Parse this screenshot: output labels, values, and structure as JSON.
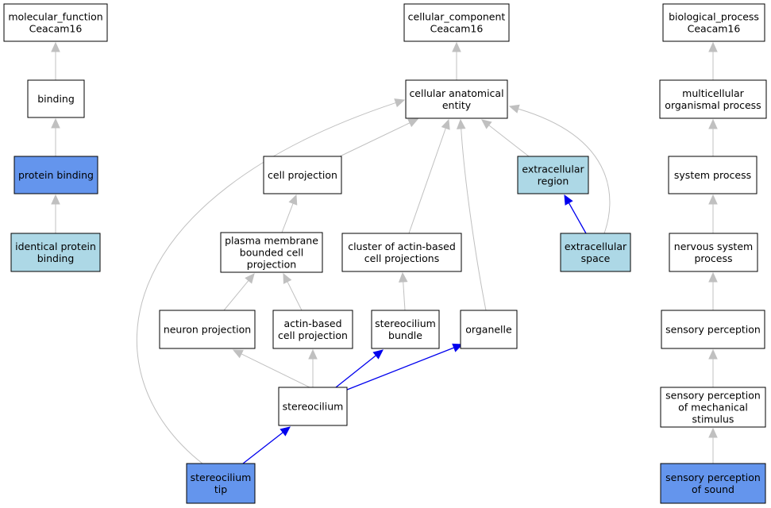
{
  "colors": {
    "default_fill": "#ffffff",
    "annotated_fill": "#6495ed",
    "related_fill": "#add8e6",
    "default_edge": "#c0c0c0",
    "highlight_edge": "#0000ee"
  },
  "nodes": {
    "mf_root": {
      "lines": [
        "molecular_function",
        "Ceacam16"
      ],
      "fill": "default"
    },
    "binding": {
      "lines": [
        "binding"
      ],
      "fill": "default"
    },
    "protein_binding": {
      "lines": [
        "protein binding"
      ],
      "fill": "annotated"
    },
    "identical_protein_binding": {
      "lines": [
        "identical protein",
        "binding"
      ],
      "fill": "related"
    },
    "cc_root": {
      "lines": [
        "cellular_component",
        "Ceacam16"
      ],
      "fill": "default"
    },
    "cellular_anatomical_entity": {
      "lines": [
        "cellular anatomical",
        "entity"
      ],
      "fill": "default"
    },
    "cell_projection": {
      "lines": [
        "cell projection"
      ],
      "fill": "default"
    },
    "extracellular_region": {
      "lines": [
        "extracellular",
        "region"
      ],
      "fill": "related"
    },
    "plasma_membrane_bounded_cell_projection": {
      "lines": [
        "plasma membrane",
        "bounded cell",
        "projection"
      ],
      "fill": "default"
    },
    "cluster_of_actin_based_cell_projections": {
      "lines": [
        "cluster of actin-based",
        "cell projections"
      ],
      "fill": "default"
    },
    "extracellular_space": {
      "lines": [
        "extracellular",
        "space"
      ],
      "fill": "related"
    },
    "neuron_projection": {
      "lines": [
        "neuron projection"
      ],
      "fill": "default"
    },
    "actin_based_cell_projection": {
      "lines": [
        "actin-based",
        "cell projection"
      ],
      "fill": "default"
    },
    "stereocilium_bundle": {
      "lines": [
        "stereocilium",
        "bundle"
      ],
      "fill": "default"
    },
    "organelle": {
      "lines": [
        "organelle"
      ],
      "fill": "default"
    },
    "stereocilium": {
      "lines": [
        "stereocilium"
      ],
      "fill": "default"
    },
    "stereocilium_tip": {
      "lines": [
        "stereocilium",
        "tip"
      ],
      "fill": "annotated"
    },
    "bp_root": {
      "lines": [
        "biological_process",
        "Ceacam16"
      ],
      "fill": "default"
    },
    "multicellular_organismal_process": {
      "lines": [
        "multicellular",
        "organismal process"
      ],
      "fill": "default"
    },
    "system_process": {
      "lines": [
        "system process"
      ],
      "fill": "default"
    },
    "nervous_system_process": {
      "lines": [
        "nervous system",
        "process"
      ],
      "fill": "default"
    },
    "sensory_perception": {
      "lines": [
        "sensory perception"
      ],
      "fill": "default"
    },
    "sensory_perception_of_mechanical_stimulus": {
      "lines": [
        "sensory perception",
        "of mechanical",
        "stimulus"
      ],
      "fill": "default"
    },
    "sensory_perception_of_sound": {
      "lines": [
        "sensory perception",
        "of sound"
      ],
      "fill": "annotated"
    }
  },
  "edges": [
    {
      "from": "binding",
      "to": "mf_root",
      "style": "default"
    },
    {
      "from": "protein_binding",
      "to": "binding",
      "style": "default"
    },
    {
      "from": "identical_protein_binding",
      "to": "protein_binding",
      "style": "default"
    },
    {
      "from": "cellular_anatomical_entity",
      "to": "cc_root",
      "style": "default"
    },
    {
      "from": "cell_projection",
      "to": "cellular_anatomical_entity",
      "style": "default"
    },
    {
      "from": "extracellular_region",
      "to": "cellular_anatomical_entity",
      "style": "default"
    },
    {
      "from": "extracellular_space",
      "to": "cellular_anatomical_entity",
      "style": "default"
    },
    {
      "from": "cluster_of_actin_based_cell_projections",
      "to": "cellular_anatomical_entity",
      "style": "default"
    },
    {
      "from": "organelle",
      "to": "cellular_anatomical_entity",
      "style": "default"
    },
    {
      "from": "stereocilium_tip",
      "to": "cellular_anatomical_entity",
      "style": "default"
    },
    {
      "from": "plasma_membrane_bounded_cell_projection",
      "to": "cell_projection",
      "style": "default"
    },
    {
      "from": "neuron_projection",
      "to": "plasma_membrane_bounded_cell_projection",
      "style": "default"
    },
    {
      "from": "actin_based_cell_projection",
      "to": "plasma_membrane_bounded_cell_projection",
      "style": "default"
    },
    {
      "from": "stereocilium_bundle",
      "to": "cluster_of_actin_based_cell_projections",
      "style": "default"
    },
    {
      "from": "extracellular_space",
      "to": "extracellular_region",
      "style": "highlight"
    },
    {
      "from": "stereocilium",
      "to": "neuron_projection",
      "style": "default"
    },
    {
      "from": "stereocilium",
      "to": "actin_based_cell_projection",
      "style": "default"
    },
    {
      "from": "stereocilium",
      "to": "stereocilium_bundle",
      "style": "highlight"
    },
    {
      "from": "stereocilium",
      "to": "organelle",
      "style": "highlight"
    },
    {
      "from": "stereocilium_tip",
      "to": "stereocilium",
      "style": "highlight"
    },
    {
      "from": "multicellular_organismal_process",
      "to": "bp_root",
      "style": "default"
    },
    {
      "from": "system_process",
      "to": "multicellular_organismal_process",
      "style": "default"
    },
    {
      "from": "nervous_system_process",
      "to": "system_process",
      "style": "default"
    },
    {
      "from": "sensory_perception",
      "to": "nervous_system_process",
      "style": "default"
    },
    {
      "from": "sensory_perception_of_mechanical_stimulus",
      "to": "sensory_perception",
      "style": "default"
    },
    {
      "from": "sensory_perception_of_sound",
      "to": "sensory_perception_of_mechanical_stimulus",
      "style": "default"
    }
  ]
}
